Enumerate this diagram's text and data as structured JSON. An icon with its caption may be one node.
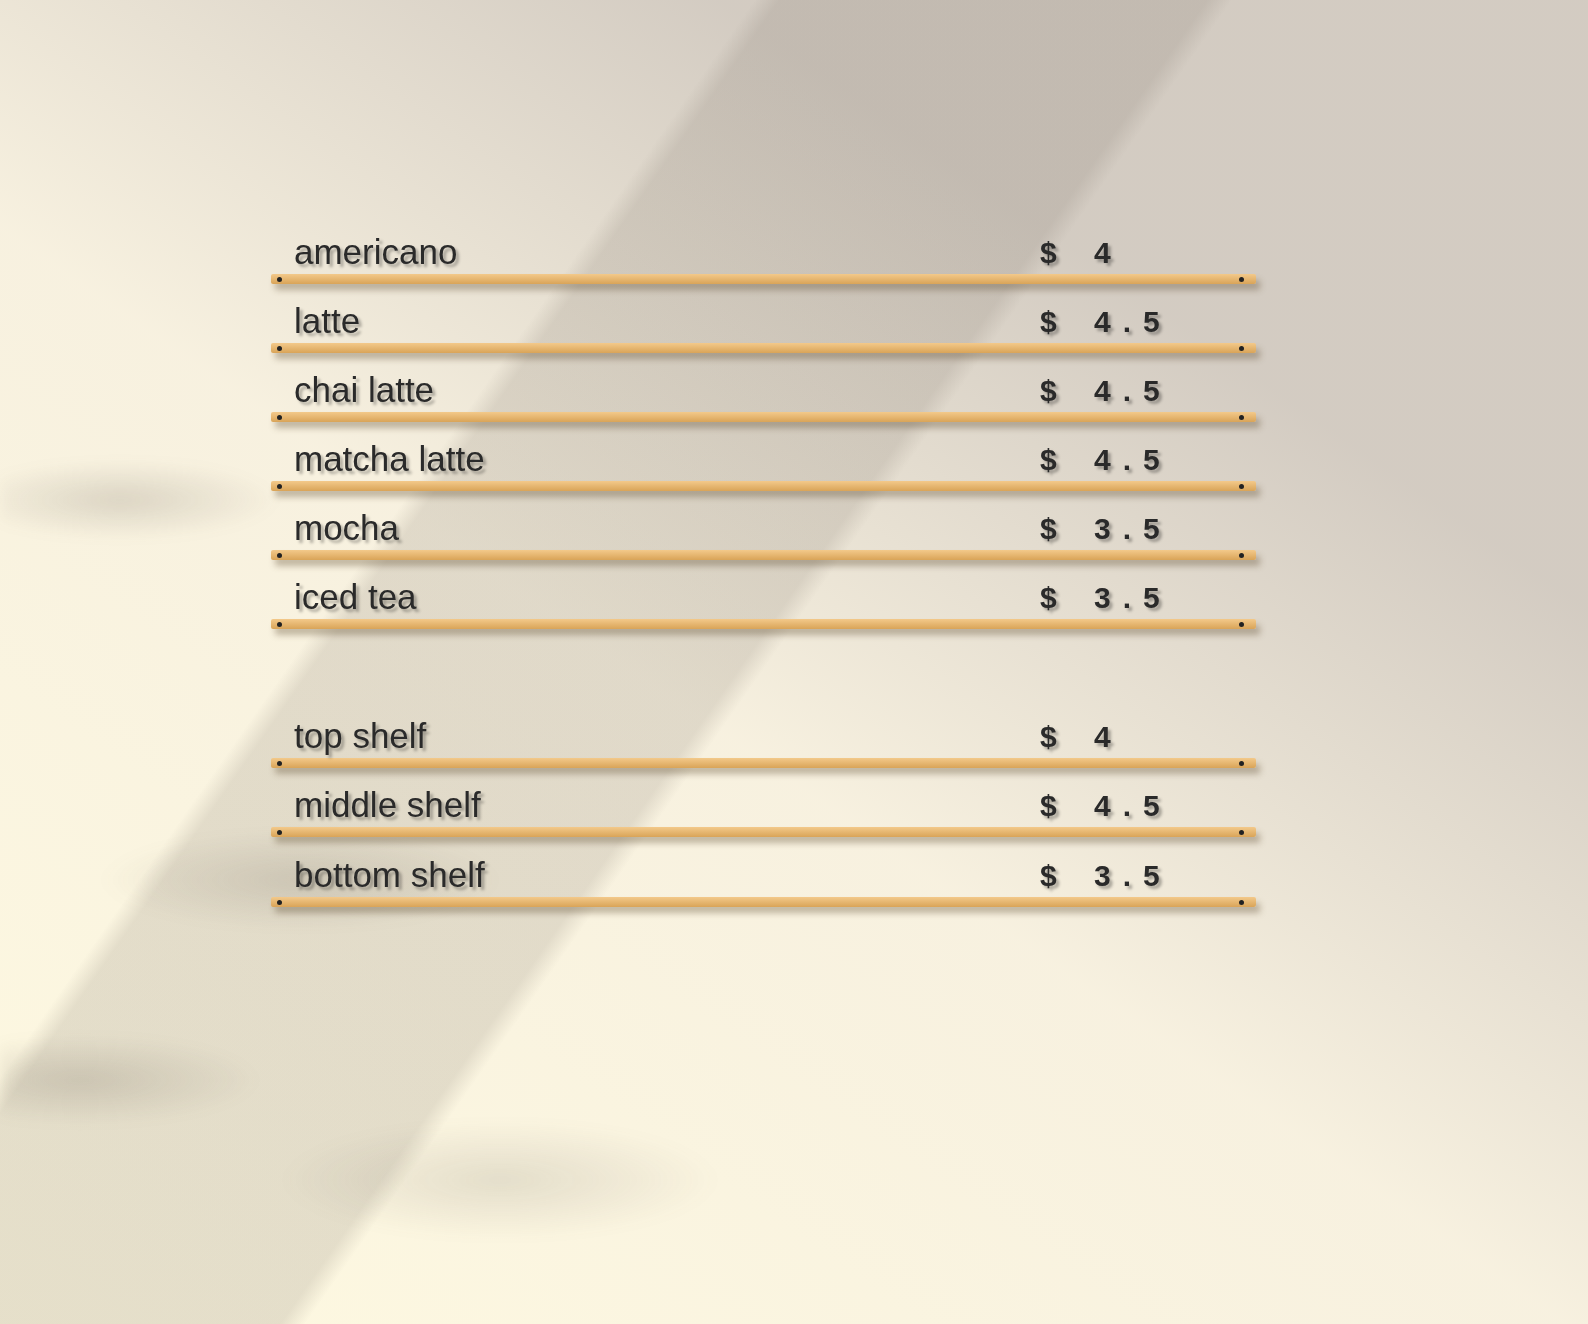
{
  "diagram": {
    "labels": [
      "americano",
      "$",
      "4",
      "latte",
      "$",
      "4.5",
      "chai latte",
      "$",
      "4.5",
      "matcha latte",
      "$",
      "4.5",
      "mocha",
      "$",
      "3.5",
      "iced tea",
      "$",
      "3.5",
      "top shelf",
      "$",
      "4",
      "middle shelf",
      "$",
      "4.5",
      "bottom shelf",
      "$",
      "3.5"
    ]
  }
}
